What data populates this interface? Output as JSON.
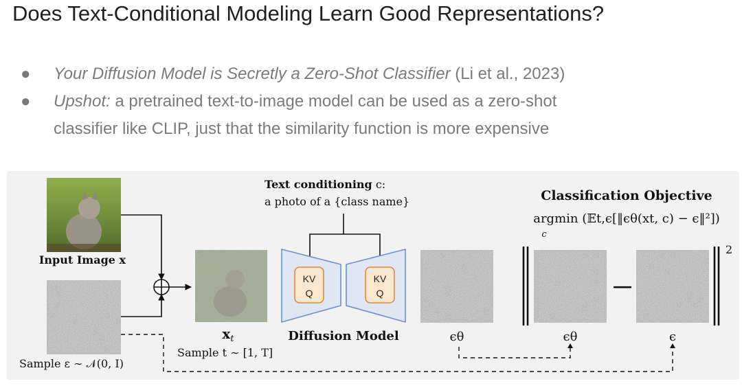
{
  "title": "Does Text-Conditional Modeling Learn Good Representations?",
  "bullets": [
    {
      "italic": "Your Diffusion Model is Secretly a Zero-Shot Classifier",
      "rest": " (Li et al., 2023)"
    },
    {
      "italic": "Upshot:",
      "rest": " a pretrained text-to-image model can be used as a zero-shot",
      "continuation": "classifier like CLIP, just that the similarity function is more expensive"
    }
  ],
  "figure": {
    "input_image_label": "Input Image x",
    "noise_label": "Sample ε ∼ 𝒩(0, I)",
    "plus_symbol": "⊕",
    "xt_label": "x",
    "xt_subscript": "t",
    "sample_t_label": "Sample t ∼ [1, T]",
    "text_cond_title": "Text conditioning",
    "text_cond_var": " c:",
    "text_cond_prompt": "a photo of a {class name}",
    "kv_label": "KV",
    "q_label": "Q",
    "diffusion_label": "Diffusion Model",
    "eps_theta_label": "ϵθ",
    "eps_label": "ϵ",
    "objective_title": "Classification Objective",
    "objective_formula": "argmin (𝔼t,ϵ[‖ϵθ(xt, c) − ϵ‖²])",
    "objective_sub": "c",
    "minus": "—",
    "squared": "2",
    "colors": {
      "unet_fill": "#dfe7f5",
      "unet_stroke": "#6a8fd0",
      "kv_fill": "#fbe6cf",
      "kv_stroke": "#e08a3a"
    }
  }
}
